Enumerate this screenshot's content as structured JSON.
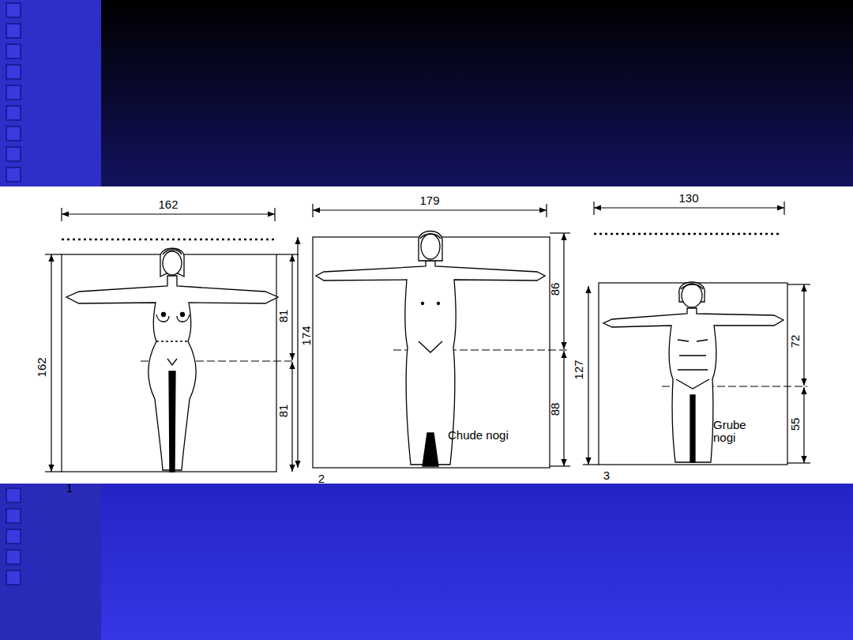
{
  "diagram": {
    "labels": [
      "162",
      "179",
      "130",
      "162",
      "81",
      "81",
      "174",
      "86",
      "88",
      "Chude nogi",
      "127",
      "72",
      "55",
      "Grube nogi",
      "1",
      "2",
      "3"
    ]
  }
}
